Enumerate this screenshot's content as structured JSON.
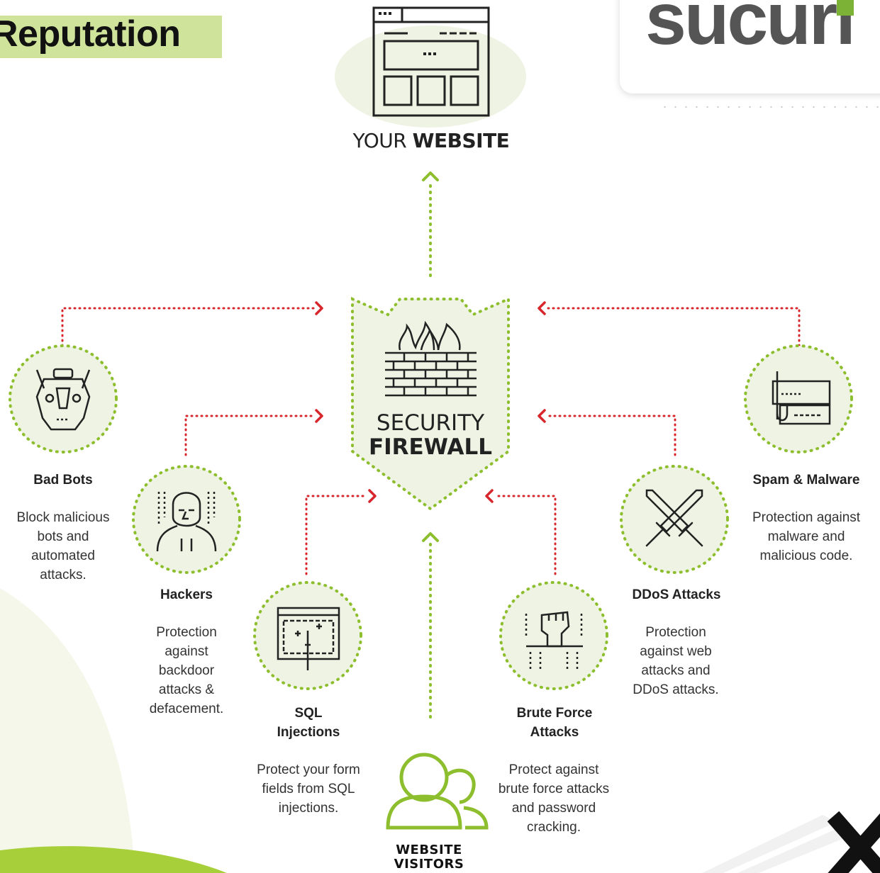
{
  "title": "Reputation",
  "logo": {
    "text": "sucuri",
    "accent_color": "#7cb235"
  },
  "website": {
    "prefix": "YOUR ",
    "bold": "WEBSITE"
  },
  "firewall": {
    "line1": "SECURITY",
    "line2": "FIREWALL"
  },
  "visitors": {
    "line1": "WEBSITE",
    "line2": "VISITORS"
  },
  "threats": [
    {
      "title": "Bad Bots",
      "description": "Block malicious bots and automated attacks.",
      "icon": "robot-icon"
    },
    {
      "title": "Hackers",
      "description": "Protection against backdoor attacks & defacement.",
      "icon": "hacker-icon"
    },
    {
      "title": "SQL Injections",
      "description": "Protect your form fields from SQL injections.",
      "icon": "sql-injection-icon"
    },
    {
      "title": "Brute Force Attacks",
      "description": "Protect against brute force attacks and password cracking.",
      "icon": "fist-icon"
    },
    {
      "title": "DDoS Attacks",
      "description": "Protection against web attacks and DDoS attacks.",
      "icon": "crossed-swords-icon"
    },
    {
      "title": "Spam & Malware",
      "description": "Protection against malware and malicious code.",
      "icon": "malware-icon"
    }
  ],
  "colors": {
    "green": "#8dbe2e",
    "red": "#d7262c",
    "light_green_bg": "#eef3e3",
    "title_highlight": "#cfe39a"
  }
}
